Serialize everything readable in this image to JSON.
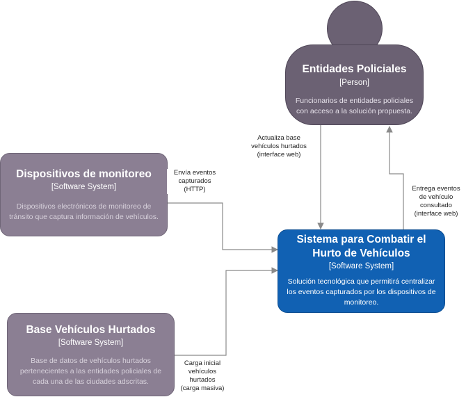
{
  "nodes": {
    "entidades": {
      "title": "Entidades Policiales",
      "type": "[Person]",
      "desc_lines": [
        "Funcionarios de entidades policiales",
        "con acceso a la solución propuesta."
      ]
    },
    "dispositivos": {
      "title": "Dispositivos de monitoreo",
      "type": "[Software System]",
      "desc_lines": [
        "Dispositivos electrónicos de monitoreo de",
        "tránsito que captura información de vehículos."
      ]
    },
    "sistema": {
      "title_lines": [
        "Sistema para Combatir el",
        "Hurto de Vehículos"
      ],
      "type": "[Software System]",
      "desc_lines": [
        "Solución tecnológica que permitirá centralizar",
        "los eventos capturados por los dispositivos de",
        "monitoreo."
      ]
    },
    "base": {
      "title": "Base Vehículos Hurtados",
      "type": "[Software System]",
      "desc_lines": [
        "Base de datos de vehículos hurtados",
        "pertenecientes a las entidades policiales de",
        "cada una de las ciudades adscritas."
      ]
    }
  },
  "edges": {
    "actualiza": {
      "lines": [
        "Actualiza base",
        "vehículos hurtados",
        "(interface web)"
      ]
    },
    "envia": {
      "lines": [
        "Envía eventos",
        "capturados",
        "(HTTP)"
      ]
    },
    "entrega": {
      "lines": [
        "Entrega eventos",
        "de vehículo",
        "consultado",
        "(interface web)"
      ]
    },
    "carga": {
      "lines": [
        "Carga inicial",
        "vehículos",
        "hurtados",
        "(carga masiva)"
      ]
    }
  },
  "colors": {
    "person": "#6b6173",
    "external_system": "#8b7f93",
    "main_system": "#1161b3",
    "connector": "#8a8a8a"
  }
}
